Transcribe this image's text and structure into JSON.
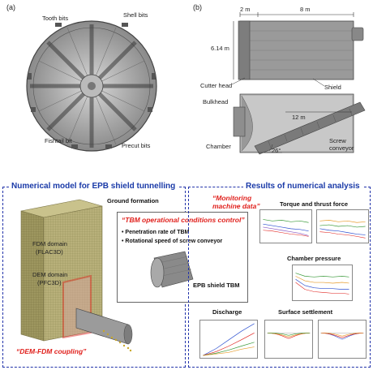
{
  "panel_a": {
    "tag": "(a)",
    "labels": {
      "tooth_bits": "Tooth bits",
      "shell_bits": "Shell bits",
      "fishtail_bit": "Fishtail bit",
      "precut_bits": "Precut bits"
    }
  },
  "panel_b": {
    "tag": "(b)",
    "labels": {
      "dim_2m": "2 m",
      "dim_8m": "8 m",
      "dim_614m": "6.14 m",
      "cutter_head": "Cutter head",
      "shield": "Shield",
      "bulkhead": "Bulkhead",
      "dim_12m": "12 m",
      "chamber": "Chamber",
      "screw_conveyor_1": "Screw",
      "screw_conveyor_2": "conveyor",
      "angle": "26°"
    }
  },
  "left_section": {
    "title": "Numerical model for EPB shield tunnelling",
    "ground_formation": "Ground formation",
    "fdm_domain_1": "FDM domain",
    "fdm_domain_2": "(FLAC3D)",
    "dem_domain_1": "DEM domain",
    "dem_domain_2": "(PFC3D)",
    "coupling": "“DEM-FDM coupling”",
    "control_title": "“TBM operational conditions control”",
    "bullets": [
      "Penetration rate of TBM",
      "Rotational speed of screw conveyor"
    ],
    "tbm_label": "EPB shield TBM"
  },
  "right_section": {
    "title": "Results of numerical analysis",
    "monitoring_1": "“Monitoring",
    "monitoring_2": "machine data”",
    "torque": "Torque and thrust force",
    "chamber_pressure": "Chamber pressure",
    "discharge": "Discharge",
    "surface_settlement": "Surface settlement"
  },
  "colors": {
    "section_border": "#2233aa",
    "section_title": "#1a3aa8",
    "highlight_red": "#e0201c",
    "fdm_mesh": "#b8b07a",
    "dem_panel": "#d9a3a3"
  }
}
